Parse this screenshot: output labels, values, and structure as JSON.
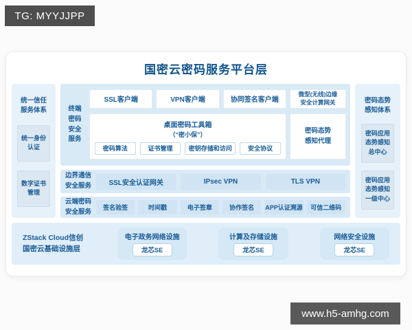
{
  "overlays": {
    "tg_label": "TG: MYYJJPP",
    "watermark": "www.h5-amhg.com"
  },
  "diagram": {
    "title": "国密云密码服务平台层",
    "left_sidebar": {
      "title": "统一信任\n服务体系",
      "boxes": [
        "统一身份\n认证",
        "数字证书\n管理"
      ]
    },
    "right_sidebar": {
      "title": "密码态势\n感知体系",
      "boxes": [
        "密码应用\n态势感知\n总中心",
        "密码应用\n态势感知\n一级中心"
      ]
    },
    "terminal_row": {
      "label": "终端\n密码\n安全\n服务",
      "top_boxes": [
        "SSL客户端",
        "VPN客户端",
        "协同签名客户端",
        "微型(无线)边缘\n安全计算网关"
      ],
      "toolbox": {
        "title": "桌面密码工具箱",
        "subtitle": "（“密小保”）",
        "items": [
          "密码算法",
          "证书管理",
          "密钥存储和访问",
          "安全协议"
        ]
      },
      "agent_box": "密码态势\n感知代理"
    },
    "boundary_row": {
      "label": "边界通信\n安全服务",
      "boxes": [
        "SSL安全认证网关",
        "IPsec VPN",
        "TLS VPN"
      ]
    },
    "cloud_row": {
      "label": "云端密码\n安全服务",
      "boxes": [
        "签名验签",
        "时间戳",
        "电子签章",
        "协作签名",
        "APP认证溯源",
        "可信二维码"
      ]
    },
    "infrastructure": {
      "label": "ZStack Cloud信创\n国密云基础设施层",
      "facilities": [
        {
          "name": "电子政务网络设施",
          "chip": "龙芯SE"
        },
        {
          "name": "计算及存储设施",
          "chip": "龙芯SE"
        },
        {
          "name": "网络安全设施",
          "chip": "龙芯SE"
        }
      ]
    },
    "colors": {
      "text_blue": "#1a5c96",
      "title_blue": "#11548a",
      "panel_blue": "#d9eaf7",
      "sidebar_blue": "#e7f1fa",
      "box_blue": "#d0e4f4",
      "infra_panel_blue": "#e0eef9",
      "overlay_gray": "#4e4e4e"
    }
  }
}
